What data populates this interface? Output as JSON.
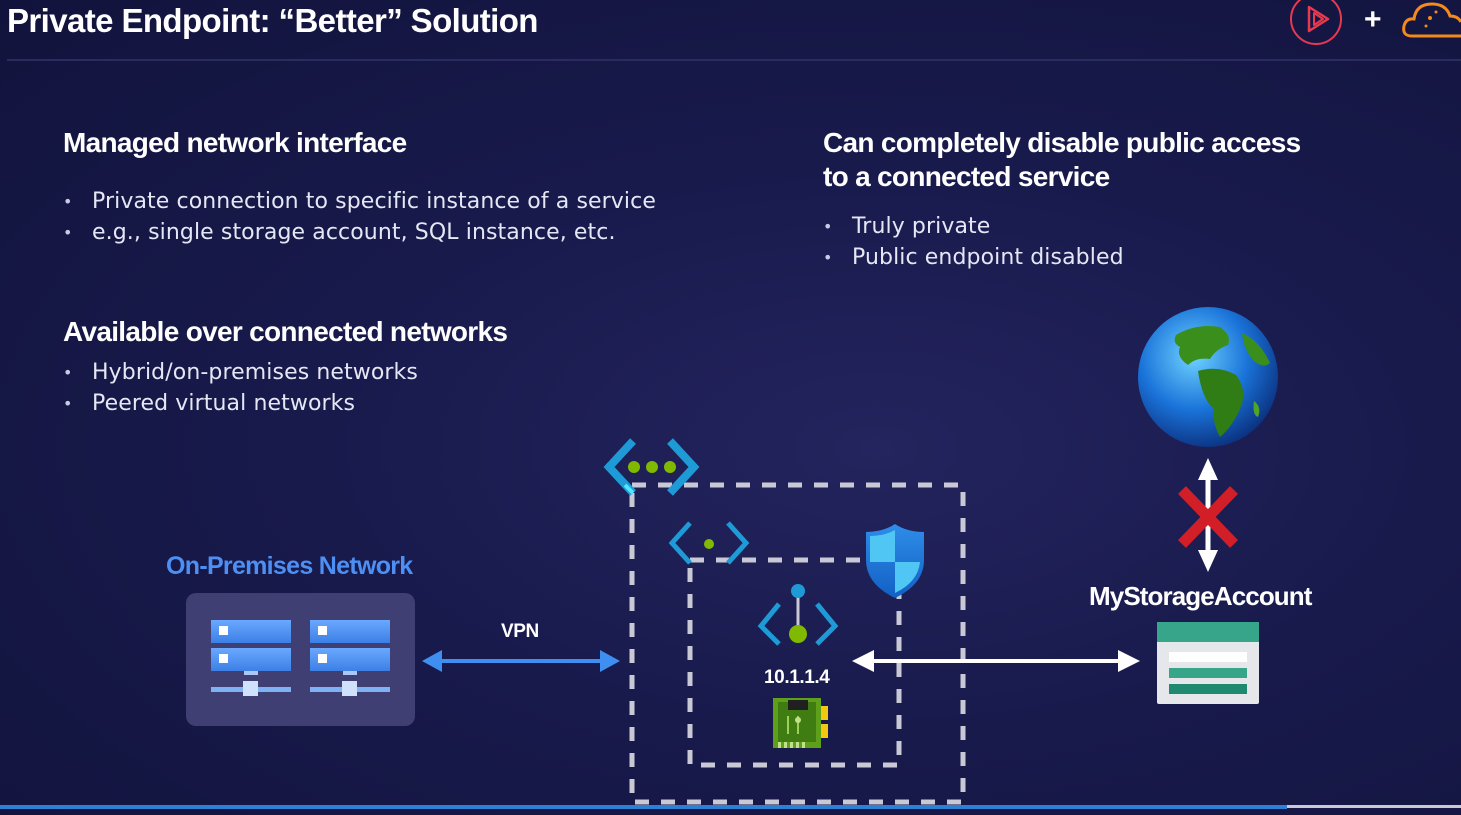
{
  "slide": {
    "title": "Private Endpoint: “Better” Solution"
  },
  "left_top": {
    "heading": "Managed network interface",
    "bullets": [
      "Private connection to specific instance of a service",
      "e.g., single storage account, SQL instance, etc."
    ]
  },
  "left_bottom": {
    "heading": "Available over connected networks",
    "bullets": [
      "Hybrid/on-premises networks",
      "Peered virtual networks"
    ]
  },
  "right_top": {
    "heading_line1": "Can completely disable public access",
    "heading_line2": "to a connected service",
    "bullets": [
      "Truly private",
      "Public endpoint disabled"
    ]
  },
  "diagram": {
    "onprem_label": "On-Premises Network",
    "vpn_label": "VPN",
    "private_ip": "10.1.1.4",
    "storage_label": "MyStorageAccount",
    "icons": [
      "vnet-icon",
      "subnet-icon",
      "shield-icon",
      "private-endpoint-icon",
      "nic-icon",
      "globe-icon",
      "blocked-x-icon",
      "storage-account-icon",
      "server-icon"
    ]
  },
  "brand": {
    "play_icon": "play-icon",
    "plus_symbol": "+",
    "cloud_icon": "cloud-icon"
  },
  "colors": {
    "background": "#181a4c",
    "accent_blue": "#4e8ff3",
    "arrow_blue": "#3f8ff0",
    "blocked_red": "#d21f27",
    "brand_red": "#e8394f",
    "brand_orange": "#f28b1b"
  }
}
